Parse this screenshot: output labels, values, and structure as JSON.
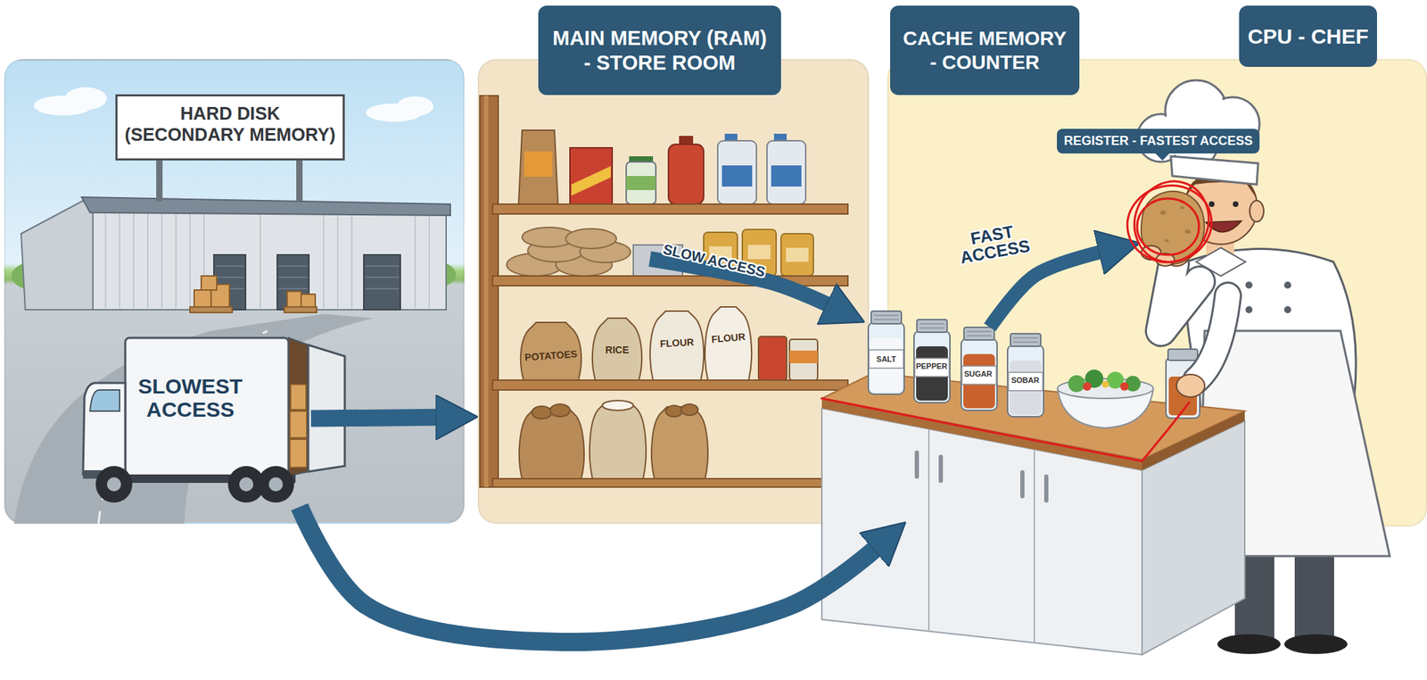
{
  "diagram": {
    "nodes": [
      {
        "text": [
          "HARD DISK (SECONDARY MEMORY)"
        ]
      },
      {
        "text": [
          "SLOWEST ACCESS"
        ],
        "in": 0
      },
      {
        "text": [
          "MAIN MEMORY (RAM) - STORE ROOM"
        ]
      },
      {
        "text": [
          "CACHE MEMORY - COUNTER"
        ]
      },
      {
        "text": [
          "SALT"
        ],
        "in": 3
      },
      {
        "text": [
          "PEPPER"
        ],
        "in": 3
      },
      {
        "text": [
          "SUGAR"
        ],
        "in": 3
      },
      {
        "text": [
          "SOBAR"
        ],
        "in": 3
      },
      {
        "text": [
          "CPU - CHEF"
        ],
        "in": 3
      },
      {
        "text": [
          "REGISTER - FASTEST ACCESS"
        ],
        "in": 8
      }
    ],
    "edges": [
      {
        "from": 1,
        "to": 2,
        "arrow": "to"
      },
      {
        "from": 2,
        "to": 4,
        "label": "SLOW ACCESS",
        "arrow": "to"
      },
      {
        "from": 6,
        "to": 9,
        "label": "FAST ACCESS",
        "arrow": "to"
      },
      {
        "from": 1,
        "to": 3,
        "arrow": "to"
      }
    ],
    "labels": [
      "POTATOES",
      "RICE",
      "FLOUR",
      "FLOUR"
    ]
  }
}
